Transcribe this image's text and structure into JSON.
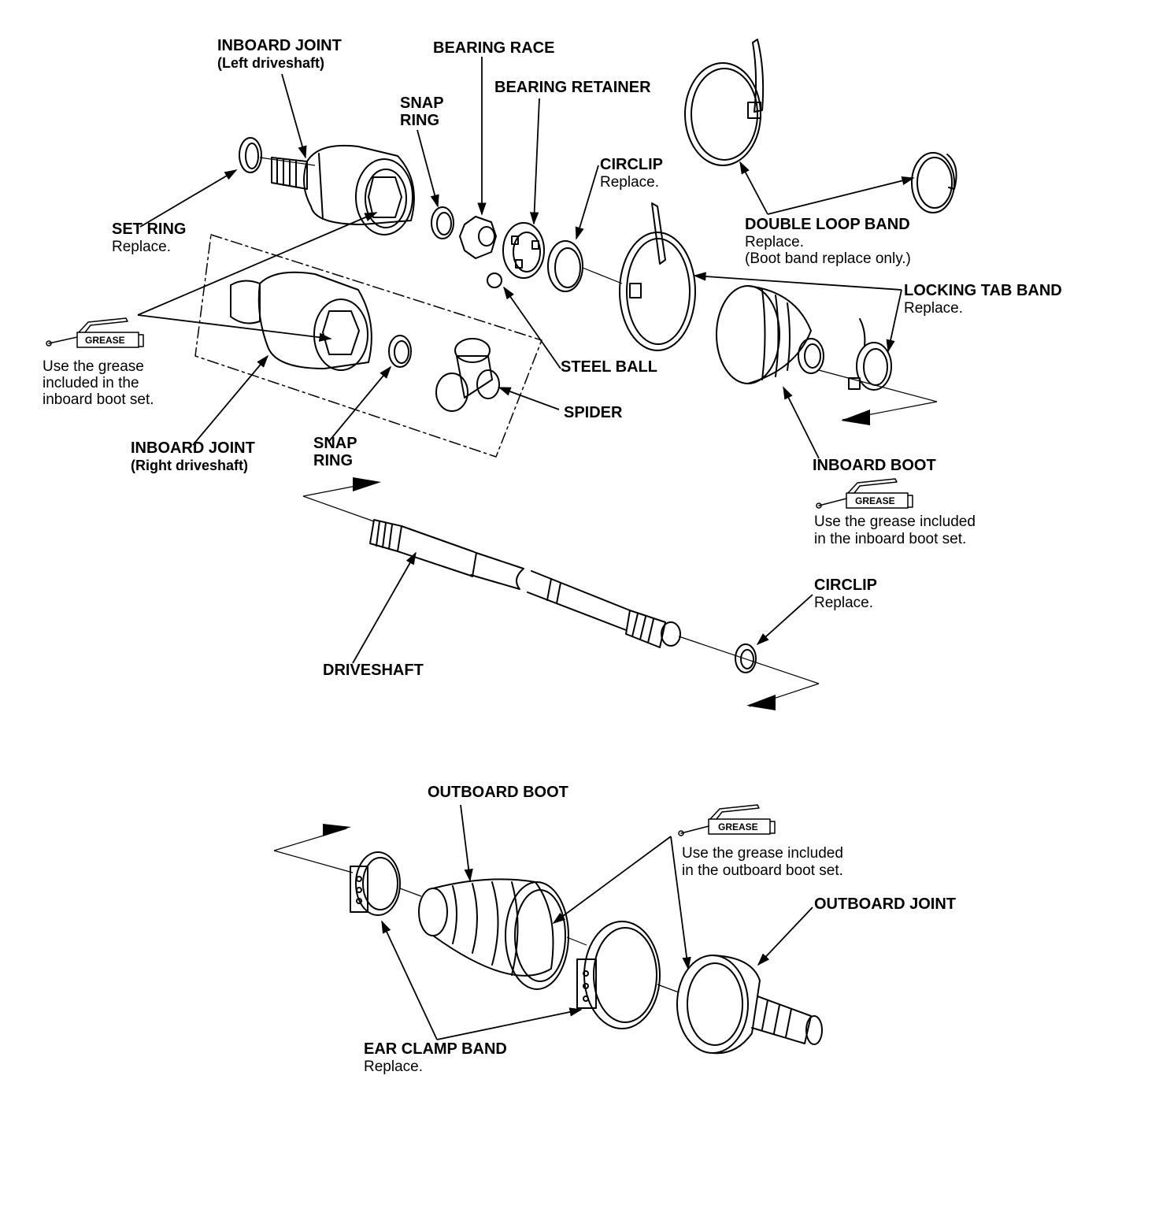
{
  "labels": {
    "inboard_joint_left": {
      "title": "INBOARD JOINT",
      "sub": "(Left driveshaft)"
    },
    "bearing_race": "BEARING RACE",
    "snap_ring_top": {
      "line1": "SNAP",
      "line2": "RING"
    },
    "bearing_retainer": "BEARING RETAINER",
    "circlip_top": {
      "title": "CIRCLIP",
      "note": "Replace."
    },
    "set_ring": {
      "title": "SET RING",
      "note": "Replace."
    },
    "double_loop_band": {
      "title": "DOUBLE LOOP BAND",
      "note": "Replace.",
      "note2": "(Boot band replace only.)"
    },
    "locking_tab_band": {
      "title": "LOCKING TAB BAND",
      "note": "Replace."
    },
    "grease_left": {
      "badge": "GREASE",
      "line1": "Use the grease",
      "line2": "included in the",
      "line3": "inboard boot set."
    },
    "steel_ball": "STEEL BALL",
    "spider": "SPIDER",
    "inboard_joint_right": {
      "title": "INBOARD JOINT",
      "sub": "(Right driveshaft)"
    },
    "snap_ring_bottom": {
      "line1": "SNAP",
      "line2": "RING"
    },
    "inboard_boot": {
      "title": "INBOARD BOOT",
      "badge": "GREASE",
      "line1": "Use the grease included",
      "line2": "in the inboard boot set."
    },
    "circlip_bottom": {
      "title": "CIRCLIP",
      "note": "Replace."
    },
    "driveshaft": "DRIVESHAFT",
    "outboard_boot": "OUTBOARD BOOT",
    "grease_outboard": {
      "badge": "GREASE",
      "line1": "Use the grease included",
      "line2": "in the outboard boot set."
    },
    "outboard_joint": "OUTBOARD JOINT",
    "ear_clamp_band": {
      "title": "EAR CLAMP BAND",
      "note": "Replace."
    }
  },
  "colors": {
    "ink": "#000000",
    "paper": "#ffffff"
  }
}
